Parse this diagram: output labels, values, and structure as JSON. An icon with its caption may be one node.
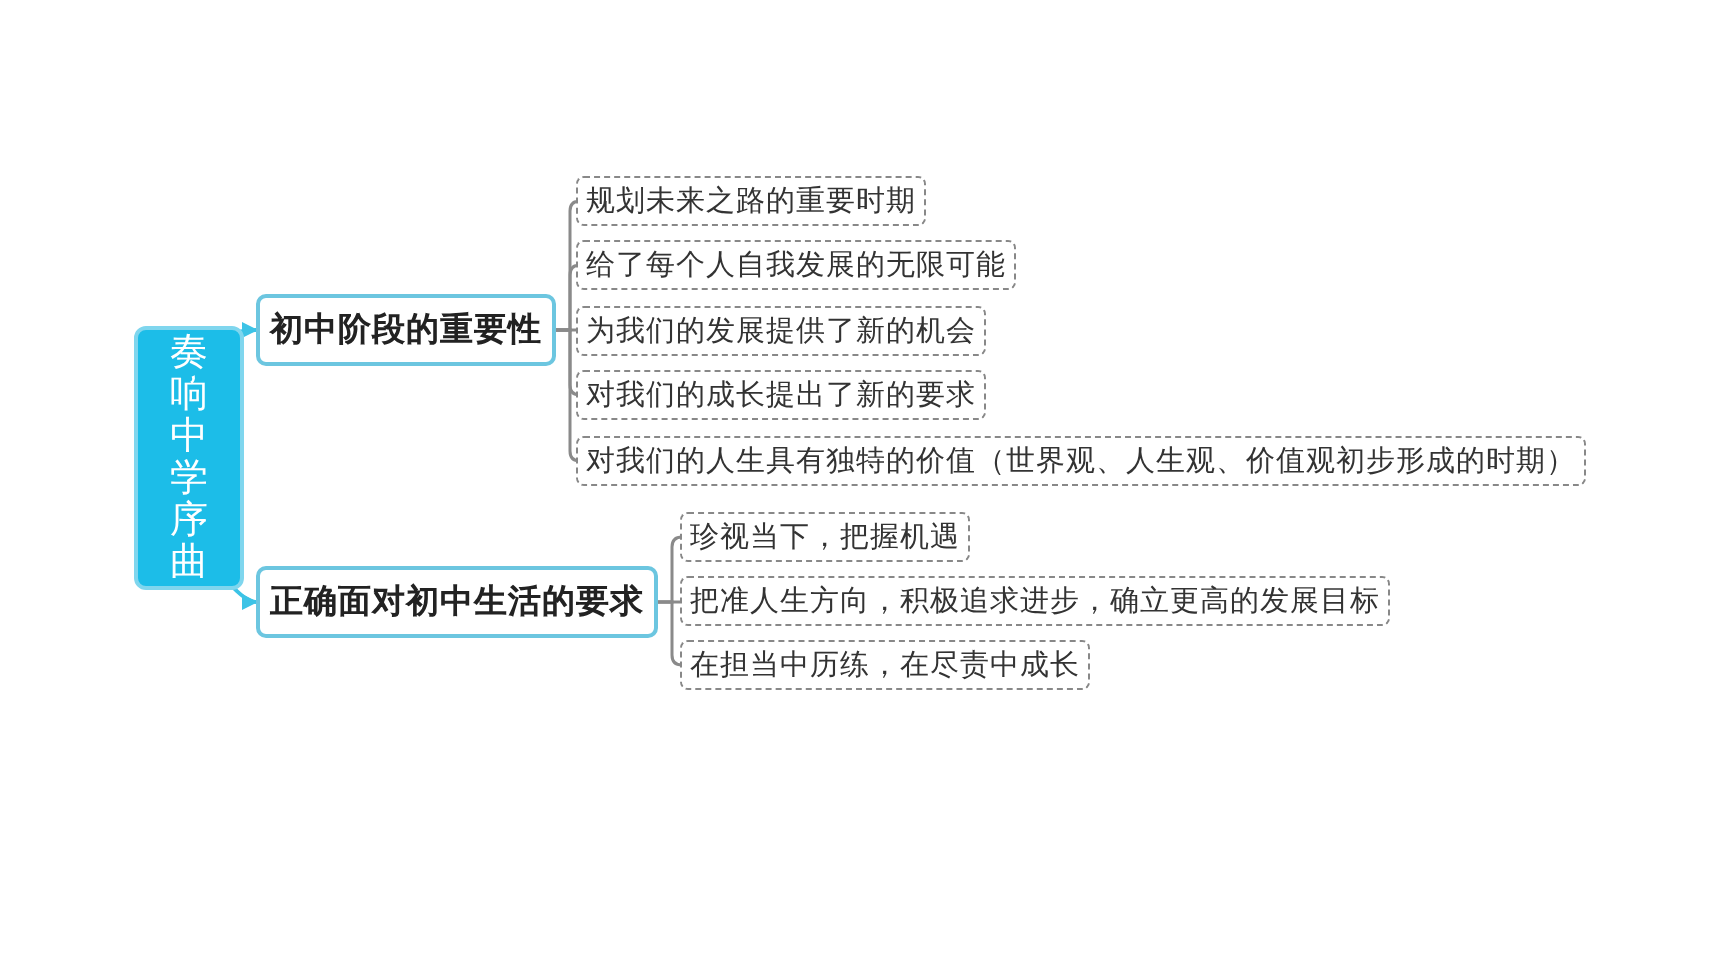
{
  "diagram": {
    "nodes": [
      {
        "text": [
          "奏响中学序曲"
        ]
      },
      {
        "text": [
          "初中阶段的重要性"
        ]
      },
      {
        "text": [
          "规划未来之路的重要时期"
        ]
      },
      {
        "text": [
          "给了每个人自我发展的无限可能"
        ]
      },
      {
        "text": [
          "为我们的发展提供了新的机会"
        ]
      },
      {
        "text": [
          "对我们的成长提出了新的要求"
        ]
      },
      {
        "text": [
          "对我们的人生具有独特的价值（世界观、人生观、价值观初步形成的时期）"
        ]
      },
      {
        "text": [
          "正确面对初中生活的要求"
        ]
      },
      {
        "text": [
          "珍视当下，把握机遇"
        ]
      },
      {
        "text": [
          "把准人生方向，积极追求进步，确立更高的发展目标"
        ]
      },
      {
        "text": [
          "在担当中历练，在尽责中成长"
        ]
      }
    ],
    "edges": [
      {
        "from": 0,
        "to": 1,
        "arrow": "to",
        "color": "#3cc3e6"
      },
      {
        "from": 1,
        "to": 2,
        "arrow": "none"
      },
      {
        "from": 1,
        "to": 3,
        "arrow": "none"
      },
      {
        "from": 1,
        "to": 4,
        "arrow": "none"
      },
      {
        "from": 1,
        "to": 5,
        "arrow": "none"
      },
      {
        "from": 1,
        "to": 6,
        "arrow": "none"
      },
      {
        "from": 0,
        "to": 7,
        "arrow": "to",
        "color": "#3cc3e6"
      },
      {
        "from": 7,
        "to": 8,
        "arrow": "none"
      },
      {
        "from": 7,
        "to": 9,
        "arrow": "none"
      },
      {
        "from": 7,
        "to": 10,
        "arrow": "none"
      }
    ]
  }
}
